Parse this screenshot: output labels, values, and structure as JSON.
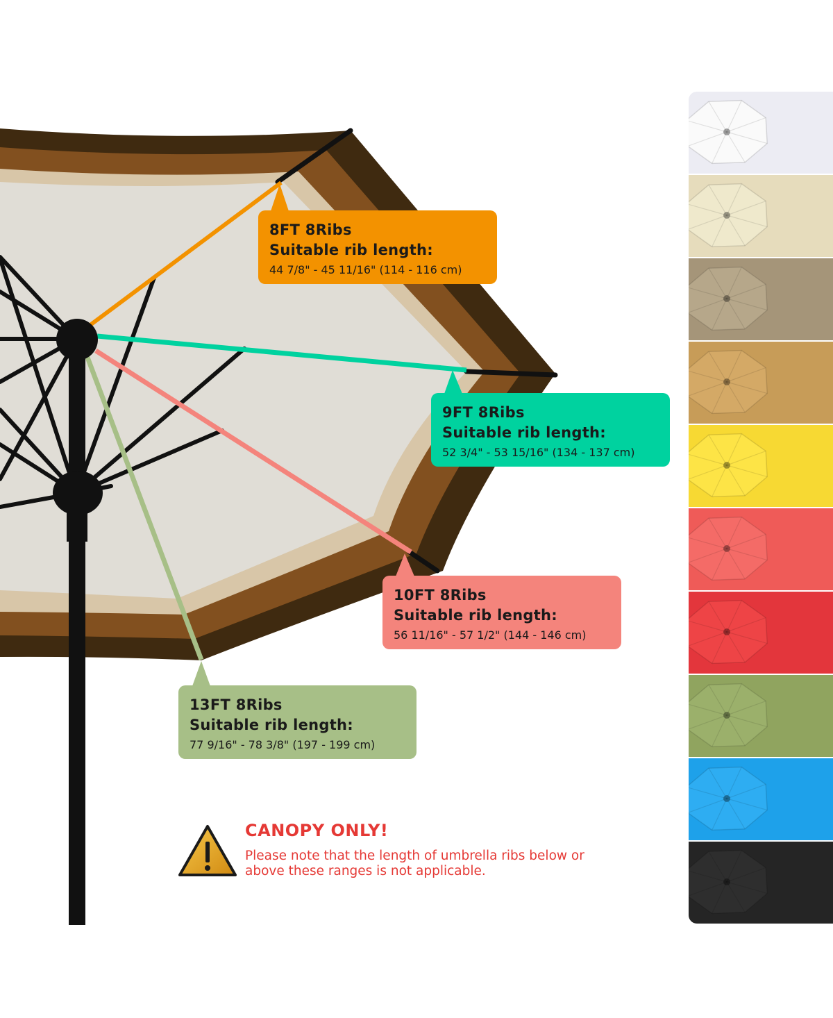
{
  "callouts": [
    {
      "size": "8FT 8Ribs",
      "label": "Suitable rib length:",
      "range": "44 7/8\" - 45 11/16\" (114 - 116 cm)",
      "color": "#f39200"
    },
    {
      "size": "9FT 8Ribs",
      "label": "Suitable rib length:",
      "range": "52 3/4\" - 53 15/16\" (134 - 137 cm)",
      "color": "#00d29f"
    },
    {
      "size": "10FT 8Ribs",
      "label": "Suitable rib length:",
      "range": "56 11/16\" - 57 1/2\" (144 - 146 cm)",
      "color": "#f4847c"
    },
    {
      "size": "13FT 8Ribs",
      "label": "Suitable rib length:",
      "range": "77 9/16\" - 78 3/8\" (197 - 199 cm)",
      "color": "#a7bf87"
    }
  ],
  "warning": {
    "title": "CANOPY ONLY!",
    "text": "Please note that the length of umbrella ribs below or above these ranges is not applicable.",
    "icon": "warning-triangle-icon",
    "color": "#e53935"
  },
  "canopy_colors": [
    {
      "name": "white",
      "bg": "#ececf3",
      "canopy": "#fafafa"
    },
    {
      "name": "beige",
      "bg": "#e6dcbc",
      "canopy": "#efe9cc"
    },
    {
      "name": "taupe",
      "bg": "#a59579",
      "canopy": "#b6a78a"
    },
    {
      "name": "tan",
      "bg": "#c79c58",
      "canopy": "#d4a966"
    },
    {
      "name": "yellow",
      "bg": "#f7d933",
      "canopy": "#fde446"
    },
    {
      "name": "coral",
      "bg": "#ef5b58",
      "canopy": "#f46b67"
    },
    {
      "name": "red",
      "bg": "#e3363c",
      "canopy": "#ee4446"
    },
    {
      "name": "olive-green",
      "bg": "#90a45f",
      "canopy": "#9bb06b"
    },
    {
      "name": "sky-blue",
      "bg": "#1ea1ea",
      "canopy": "#2eadf2"
    },
    {
      "name": "black",
      "bg": "#252525",
      "canopy": "#2e2e2e"
    }
  ]
}
